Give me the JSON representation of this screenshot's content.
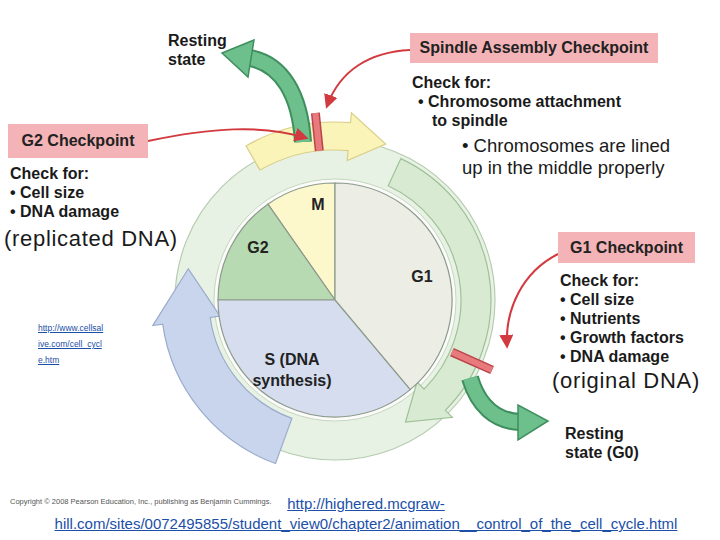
{
  "diagram": {
    "nodes": [
      {
        "text": [
          "Spindle Assembly Checkpoint",
          "Check for:",
          "• Chromosome attachment to spindle"
        ]
      },
      {
        "text": [
          "G2 Checkpoint",
          "Check for:",
          "• Cell size",
          "• DNA damage"
        ]
      },
      {
        "text": [
          "M"
        ]
      },
      {
        "text": [
          "G1 Checkpoint",
          "Check for:",
          "• Cell size",
          "• Nutrients",
          "• Growth factors",
          "• DNA damage"
        ]
      },
      {
        "text": [
          "G2"
        ]
      },
      {
        "text": [
          "G1"
        ]
      },
      {
        "text": [
          "S (DNA synthesis)"
        ]
      }
    ],
    "labels": [
      "Resting state",
      "• Chromosomes are lined up in the middle properly",
      "(replicated DNA)",
      "http://www.cellsalive.com/cell_cycle.htm",
      "(original DNA)",
      "Resting state (G0)",
      "Copyright © 2008 Pearson Education, Inc., publishing as Benjamin Cummings.",
      "http://highered.mcgraw-hill.com/sites/0072495855/student_view0/chapter2/animation__control_of_the_cell_cycle.html"
    ]
  }
}
